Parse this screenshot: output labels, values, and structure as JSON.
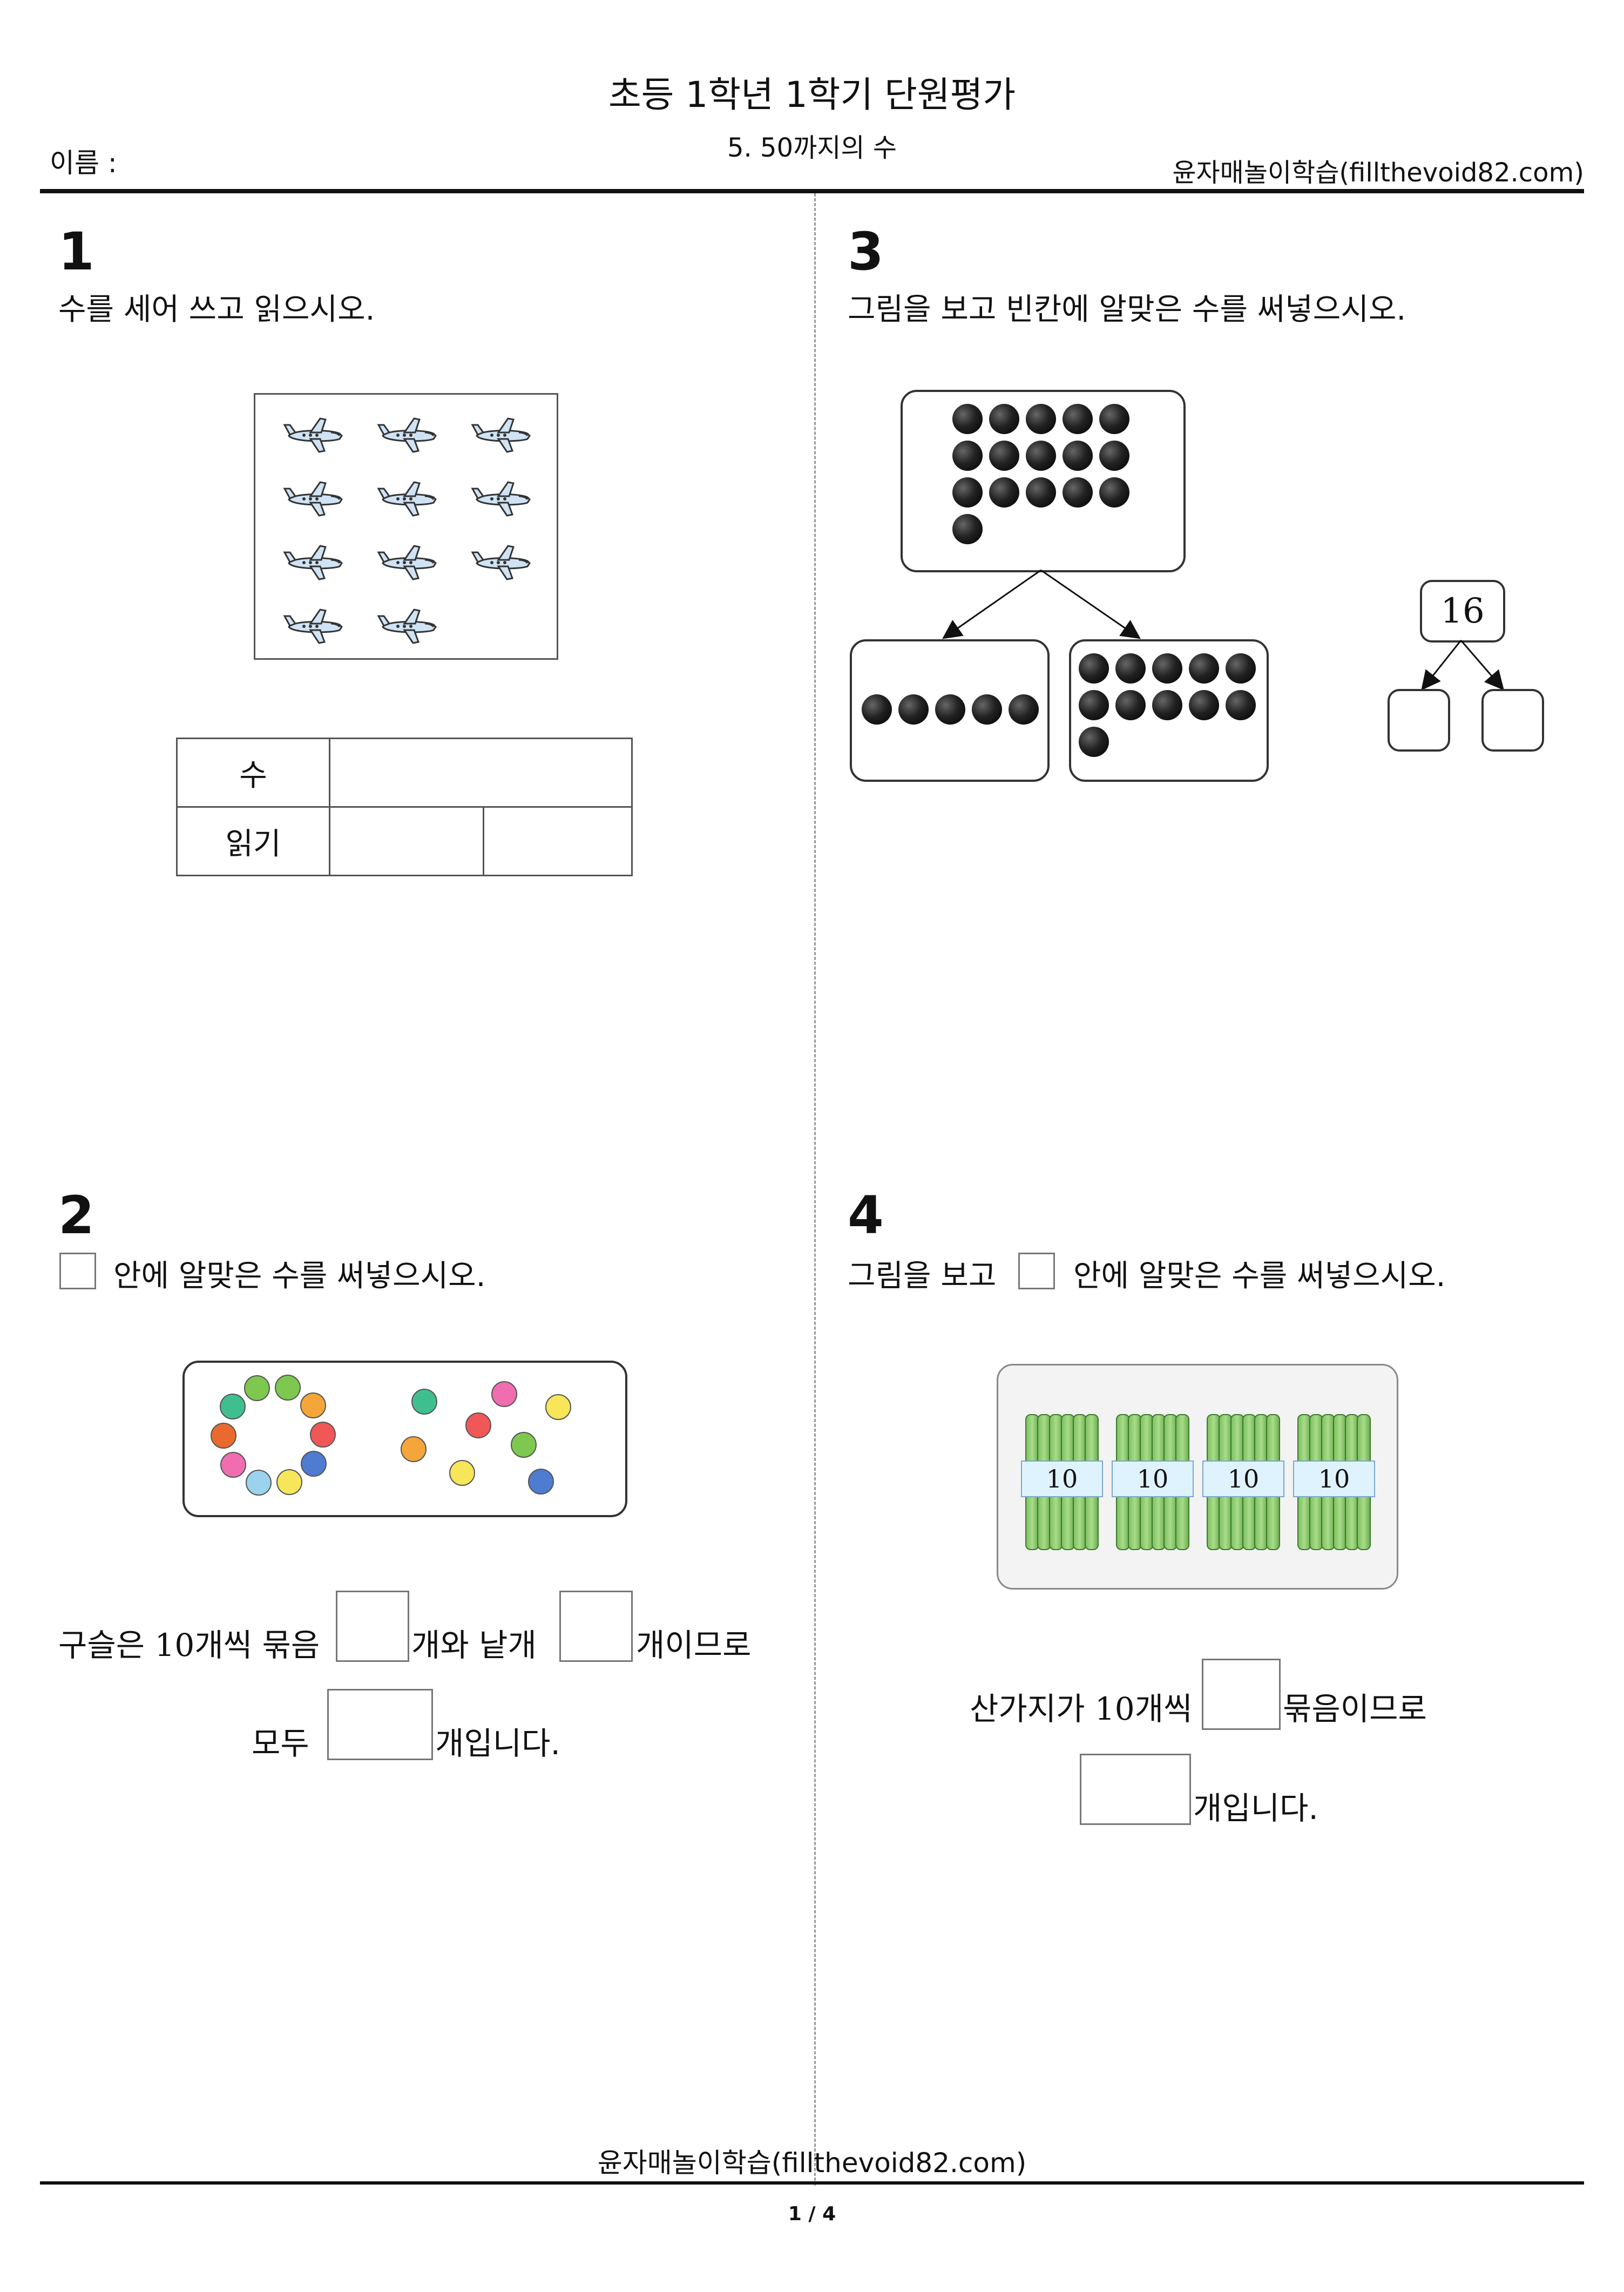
{
  "header": {
    "title": "초등 1학년 1학기 단원평가",
    "subtitle": "5. 50까지의 수",
    "name_label": "이름 :",
    "site": "윤자매놀이학습(fillthevoid82.com)"
  },
  "q1": {
    "number": "1",
    "instruction": "수를 세어 쓰고 읽으시오.",
    "airplane_count": 11,
    "table_rows": [
      "수",
      "읽기"
    ]
  },
  "q2": {
    "number": "2",
    "instruction": "안에 알맞은 수를 써넣으시오.",
    "line1_a": "구슬은",
    "line1_num": "10",
    "line1_b": "개씩 묶음",
    "line1_c": "개와 낱개",
    "line1_d": "개이므로",
    "line2_a": "모두",
    "line2_b": "개입니다."
  },
  "q3": {
    "number": "3",
    "instruction": "그림을 보고 빈칸에 알맞은 수를 써넣으시오.",
    "total_dots": 16,
    "left_dots": 5,
    "right_dots": 11,
    "tree_value": "16"
  },
  "q4": {
    "number": "4",
    "instruction_a": "그림을 보고",
    "instruction_b": "안에 알맞은 수를 써넣으시오.",
    "bundle_label": "10",
    "bundles": 4,
    "line1_a": "산가지가",
    "line1_num": "10",
    "line1_b": "개씩",
    "line1_c": "묶음이므로",
    "line2": "개입니다."
  },
  "footer": {
    "site": "윤자매놀이학습(fillthevoid82.com)",
    "page": "1 / 4"
  }
}
